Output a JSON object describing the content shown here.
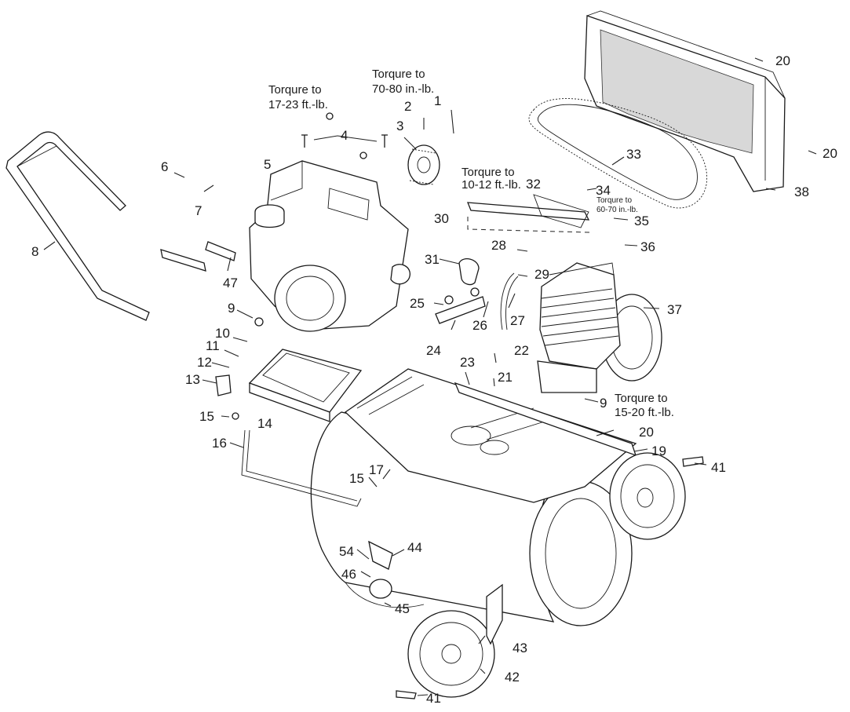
{
  "torque_notes": {
    "note_a_line1": "Torqure to",
    "note_a_line2": "17-23 ft.-lb.",
    "note_b_line1": "Torqure to",
    "note_b_line2": "70-80 in.-lb.",
    "note_c_line1": "Torqure to",
    "note_c_line2": "10-12 ft.-lb.",
    "note_d_line1": "Torqure to",
    "note_d_line2": "60-70 in.-lb.",
    "note_e_line1": "Torqure to",
    "note_e_line2": "15-20 ft.-lb."
  },
  "callouts": {
    "c1": "1",
    "c2": "2",
    "c3": "3",
    "c4": "4",
    "c5": "5",
    "c6": "6",
    "c7": "7",
    "c8": "8",
    "c9a": "9",
    "c9b": "9",
    "c10": "10",
    "c11": "11",
    "c12": "12",
    "c13": "13",
    "c14": "14",
    "c15a": "15",
    "c15b": "15",
    "c16": "16",
    "c17": "17",
    "c19": "19",
    "c20a": "20",
    "c20b": "20",
    "c20c": "20",
    "c21": "21",
    "c22": "22",
    "c23": "23",
    "c24": "24",
    "c25": "25",
    "c26": "26",
    "c27": "27",
    "c28": "28",
    "c29": "29",
    "c30": "30",
    "c31": "31",
    "c32": "32",
    "c33": "33",
    "c34": "34",
    "c35": "35",
    "c36": "36",
    "c37": "37",
    "c38": "38",
    "c41a": "41",
    "c41b": "41",
    "c42": "42",
    "c43": "43",
    "c44": "44",
    "c45": "45",
    "c46": "46",
    "c47": "47",
    "c54": "54"
  }
}
